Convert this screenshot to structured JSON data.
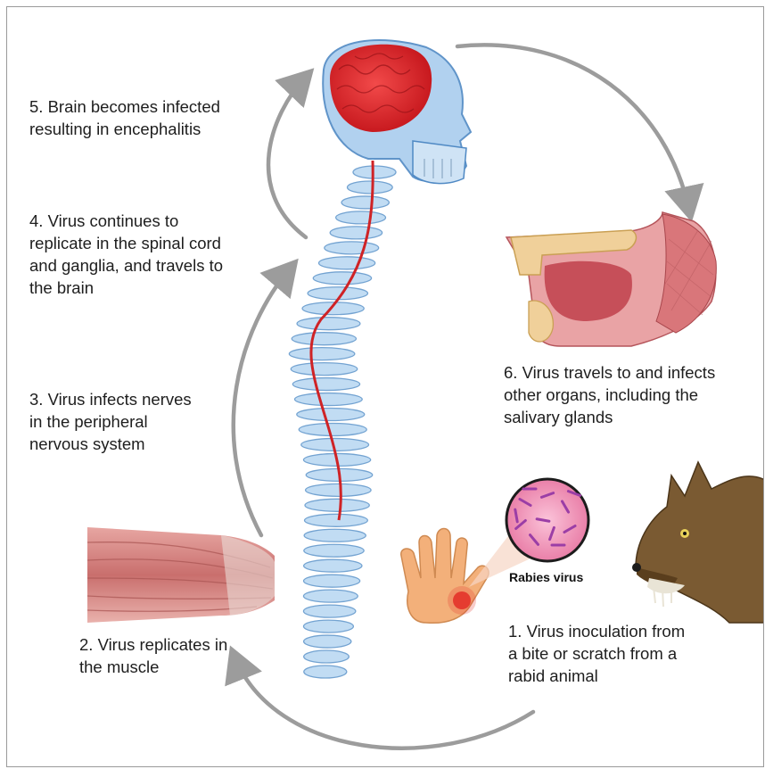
{
  "steps": [
    {
      "text": "1. Virus inoculation from\na bite or scratch from a\nrabid animal"
    },
    {
      "text": "2. Virus replicates in\nthe muscle"
    },
    {
      "text": "3. Virus infects nerves\nin the peripheral\nnervous system"
    },
    {
      "text": "4. Virus continues to\nreplicate in the spinal cord\nand ganglia, and travels to\nthe brain"
    },
    {
      "text": "5. Brain becomes infected\nresulting in encephalitis"
    },
    {
      "text": "6. Virus travels to and infects\nother organs, including the\nsalivary glands"
    }
  ],
  "virus_tag": "Rabies virus",
  "colors": {
    "arrow": "#9c9c9c",
    "brain": "#e0262b",
    "spine": "#7fb6e6",
    "skull": "#a9cdee",
    "spinal_cord": "#cf2326",
    "muscle": "#d98c8a",
    "skin": "#f3b07a",
    "wound": "#e4332a",
    "virus_bg": "#f7a6c6",
    "dog": "#7a5a32"
  }
}
